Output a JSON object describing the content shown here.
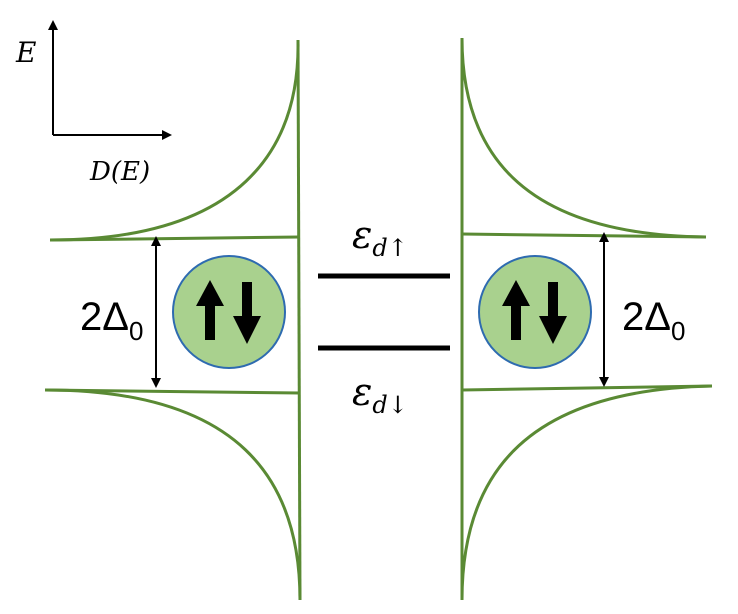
{
  "axes": {
    "y_label": "E",
    "x_label": "D(E)"
  },
  "left_superconductor": {
    "gap_label_main": "2Δ",
    "gap_label_sub": "0"
  },
  "right_superconductor": {
    "gap_label_main": "2Δ",
    "gap_label_sub": "0"
  },
  "dot_levels": {
    "upper_label": "ε",
    "upper_sub": "d↑",
    "lower_label": "ε",
    "lower_sub": "d↓"
  },
  "colors": {
    "dos_curve": "#5a8a34",
    "pair_fill": "#a9d18e",
    "pair_stroke": "#2e6bb0",
    "level_line": "#000000"
  },
  "icons": {
    "pair": "up-down-arrows-icon"
  }
}
